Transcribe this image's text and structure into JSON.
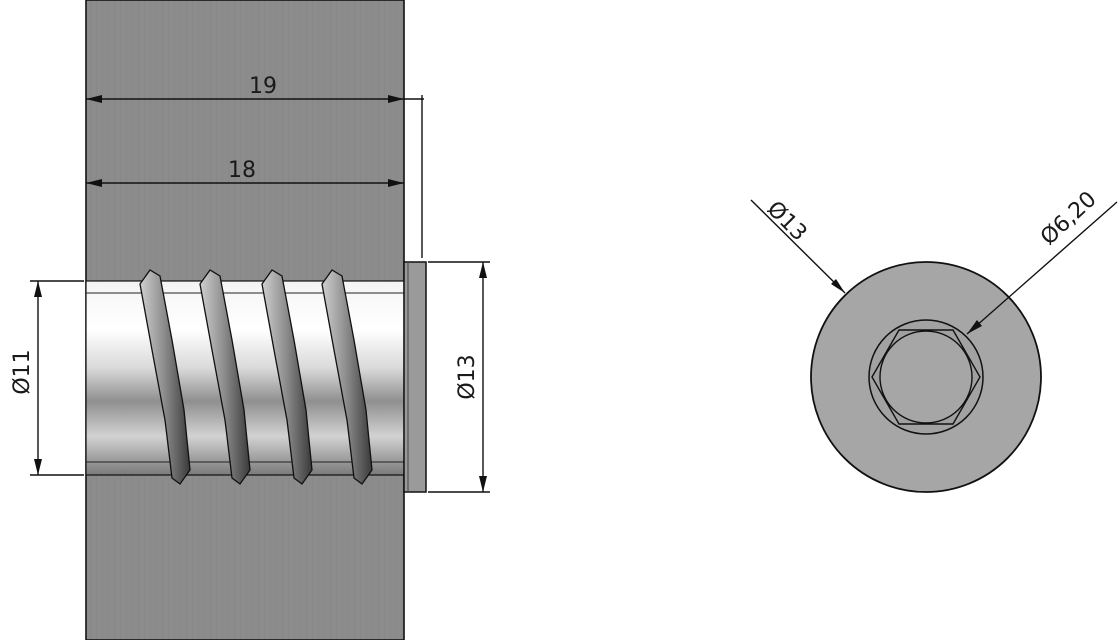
{
  "drawing": {
    "side_view": {
      "dim_overall_length": "19",
      "dim_thread_length": "18",
      "dim_thread_diameter": "Ø11",
      "dim_flange_diameter": "Ø13"
    },
    "end_view": {
      "dim_outer_diameter": "Ø13",
      "dim_hex_diameter": "Ø6,20"
    },
    "colors": {
      "block": "#8c8c8c",
      "flange": "#9a9a9a",
      "face": "#a6a6a6",
      "ink": "#111111",
      "background": "#ffffff"
    }
  }
}
